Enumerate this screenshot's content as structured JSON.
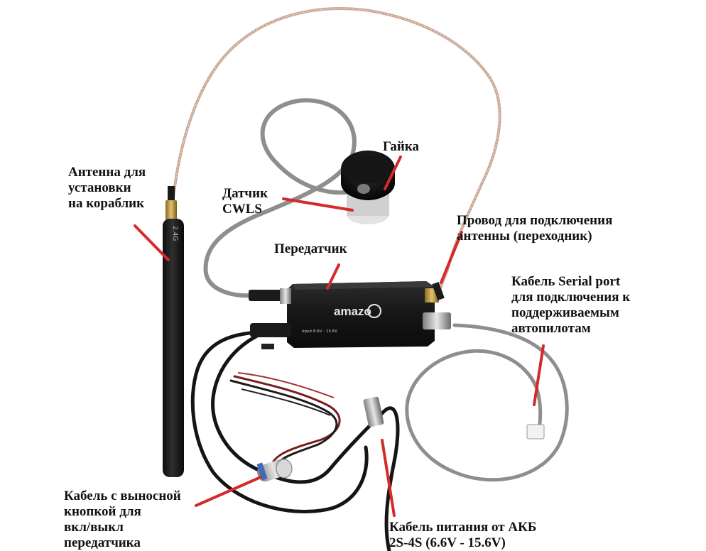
{
  "labels": {
    "antenna": [
      "Антенна для",
      "установки",
      "на кораблик"
    ],
    "sensor": [
      "Датчик",
      "CWLS"
    ],
    "nut": [
      "Гайка"
    ],
    "antenna_wire": [
      "Провод для подключения",
      "антенны (переходник)"
    ],
    "transmitter": [
      "Передатчик"
    ],
    "serial_cable": [
      "Кабель Serial port",
      "для подключения к",
      "поддерживаемым",
      "автопилотам"
    ],
    "button_cable": [
      "Кабель с выносной",
      "кнопкой для",
      "вкл/выкл",
      "передатчика"
    ],
    "power_cable": [
      "Кабель питания от АКБ",
      "2S-4S (6.6V - 15.6V)"
    ]
  },
  "device": {
    "brand": "amazo",
    "input_text": "Input 6.6V - 15.6V"
  },
  "antenna_marking": "2.4G",
  "colors": {
    "pointer": "#d42a2a",
    "cable_grey": "#8e8e8e",
    "cable_black": "#151515",
    "coax": "#c9a895",
    "device_body": "#1a1a1a",
    "text": "#111111"
  }
}
